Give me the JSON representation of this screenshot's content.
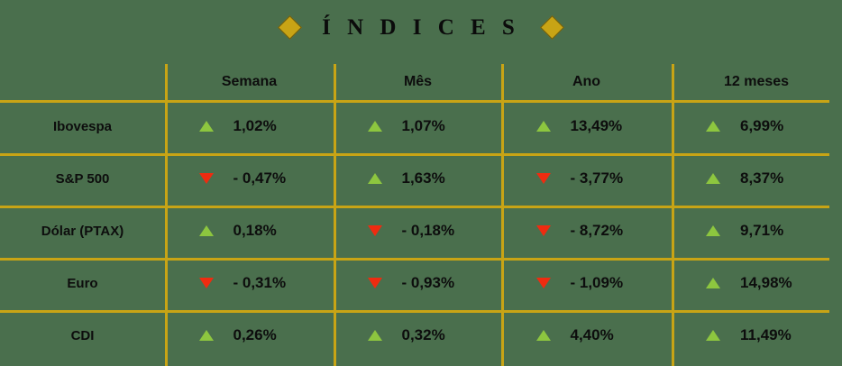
{
  "title": {
    "text": "Í N D I C E S",
    "ornament_left": "diamond-ornament",
    "ornament_right": "diamond-ornament"
  },
  "colors": {
    "background": "#4a6f4d",
    "gridline": "#c8a415",
    "ornament": "#c8a415",
    "up_arrow": "#8dc63f",
    "down_arrow": "#ef2b10",
    "text": "#0d0d0d"
  },
  "table": {
    "columns": [
      "",
      "Semana",
      "Mês",
      "Ano",
      "12 meses"
    ],
    "rows": [
      {
        "label": "Ibovespa",
        "cells": [
          {
            "direction": "up",
            "value": "1,02%"
          },
          {
            "direction": "up",
            "value": "1,07%"
          },
          {
            "direction": "up",
            "value": "13,49%"
          },
          {
            "direction": "up",
            "value": "6,99%"
          }
        ]
      },
      {
        "label": "S&P 500",
        "cells": [
          {
            "direction": "down",
            "value": "- 0,47%"
          },
          {
            "direction": "up",
            "value": "1,63%"
          },
          {
            "direction": "down",
            "value": "- 3,77%"
          },
          {
            "direction": "up",
            "value": "8,37%"
          }
        ]
      },
      {
        "label": "Dólar (PTAX)",
        "cells": [
          {
            "direction": "up",
            "value": "0,18%"
          },
          {
            "direction": "down",
            "value": "- 0,18%"
          },
          {
            "direction": "down",
            "value": "- 8,72%"
          },
          {
            "direction": "up",
            "value": "9,71%"
          }
        ]
      },
      {
        "label": "Euro",
        "cells": [
          {
            "direction": "down",
            "value": "- 0,31%"
          },
          {
            "direction": "down",
            "value": "- 0,93%"
          },
          {
            "direction": "down",
            "value": "- 1,09%"
          },
          {
            "direction": "up",
            "value": "14,98%"
          }
        ]
      },
      {
        "label": "CDI",
        "cells": [
          {
            "direction": "up",
            "value": "0,26%"
          },
          {
            "direction": "up",
            "value": "0,32%"
          },
          {
            "direction": "up",
            "value": "4,40%"
          },
          {
            "direction": "up",
            "value": "11,49%"
          }
        ]
      }
    ]
  }
}
